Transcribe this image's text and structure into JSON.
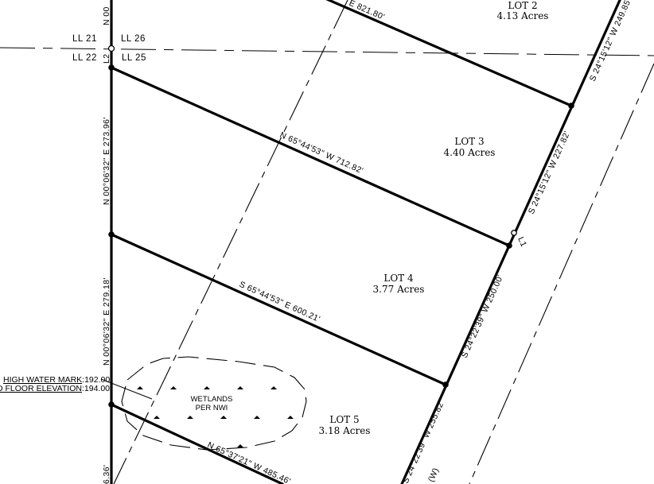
{
  "drawing": {
    "type": "survey plat / subdivision lot layout",
    "colors": {
      "line": "#000000",
      "background": "#ffffff"
    }
  },
  "land_lots": {
    "upper_left": "LL 21",
    "upper_right": "LL 26",
    "lower_left": "LL 22",
    "lower_right": "LL 25"
  },
  "line_labels": {
    "l1": "L1",
    "l2": "L2"
  },
  "lots": [
    {
      "name": "LOT 2",
      "area": "4.13 Acres"
    },
    {
      "name": "LOT 3",
      "area": "4.40 Acres"
    },
    {
      "name": "LOT 4",
      "area": "3.77 Acres"
    },
    {
      "name": "LOT 5",
      "area": "3.18 Acres"
    }
  ],
  "bearings": {
    "west_top": "N 00",
    "west_lot3": "N 00°06'32\" E   273.96'",
    "west_lot4": "N 00°06'32\" E   279.18'",
    "west_bottom": "6.36'",
    "lot2_north": "E   821.80'",
    "lot2_east": "S 24°15'12\" W  249.85",
    "lot3_north": "N 65°44'53\" W   712.82'",
    "lot3_east": "S 24°15'12\" W  227.82'",
    "lot4_north": "S 65°44'53\" E   600.21'",
    "lot4_east": "S 24°22'39\" W   250.00'",
    "lot5_north": "N 65°37'21\" W   485.46'",
    "lot5_east": "S 24°22'39\" W   255.82'",
    "road_label": "(W)"
  },
  "wetlands": {
    "line1": "WETLANDS",
    "line2": "PER NWI"
  },
  "elevation_notes": {
    "high_water_label": "HIGH WATER MARK",
    "high_water_value": ":192.00",
    "floor_label": "D FLOOR ELEVATION",
    "floor_value": ":194.00"
  }
}
